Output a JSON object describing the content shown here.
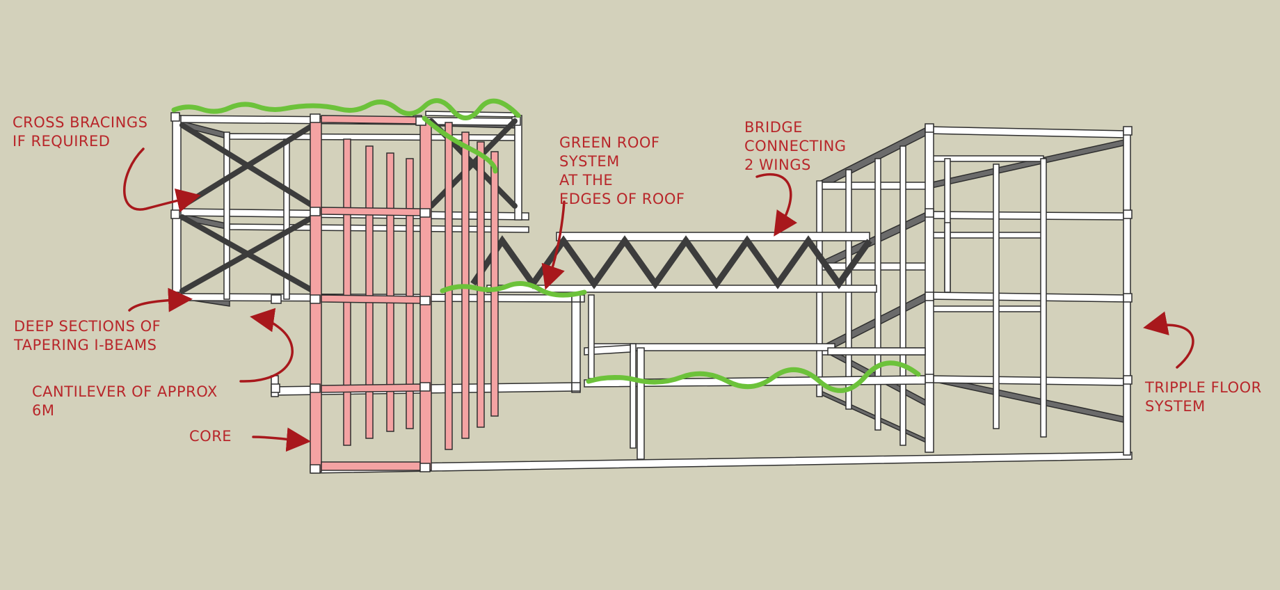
{
  "annotations": {
    "cross_bracing": {
      "lines": [
        "CROSS BRACINGS",
        "IF REQUIRED"
      ]
    },
    "green_roof": {
      "lines": [
        "GREEN ROOF",
        "SYSTEM",
        "AT THE",
        "EDGES OF ROOF"
      ]
    },
    "bridge": {
      "lines": [
        "BRIDGE",
        "CONNECTING",
        "2 WINGS"
      ]
    },
    "deep_sections": {
      "lines": [
        "DEEP SECTIONS OF",
        "TAPERING I-BEAMS"
      ]
    },
    "cantilever": {
      "lines": [
        "CANTILEVER OF APPROX",
        "6M"
      ]
    },
    "core": {
      "lines": [
        "CORE"
      ]
    },
    "triple_floor": {
      "lines": [
        "TRIPPLE FLOOR",
        "SYSTEM"
      ]
    }
  },
  "colors": {
    "background": "#d3d1bb",
    "annotation": "#b8262a",
    "frame": "#ffffff",
    "frame_outline": "#2e2e2e",
    "core": "#f4a3a3",
    "bracing": "#3c3c3c",
    "green_roof": "#6cc23a"
  }
}
